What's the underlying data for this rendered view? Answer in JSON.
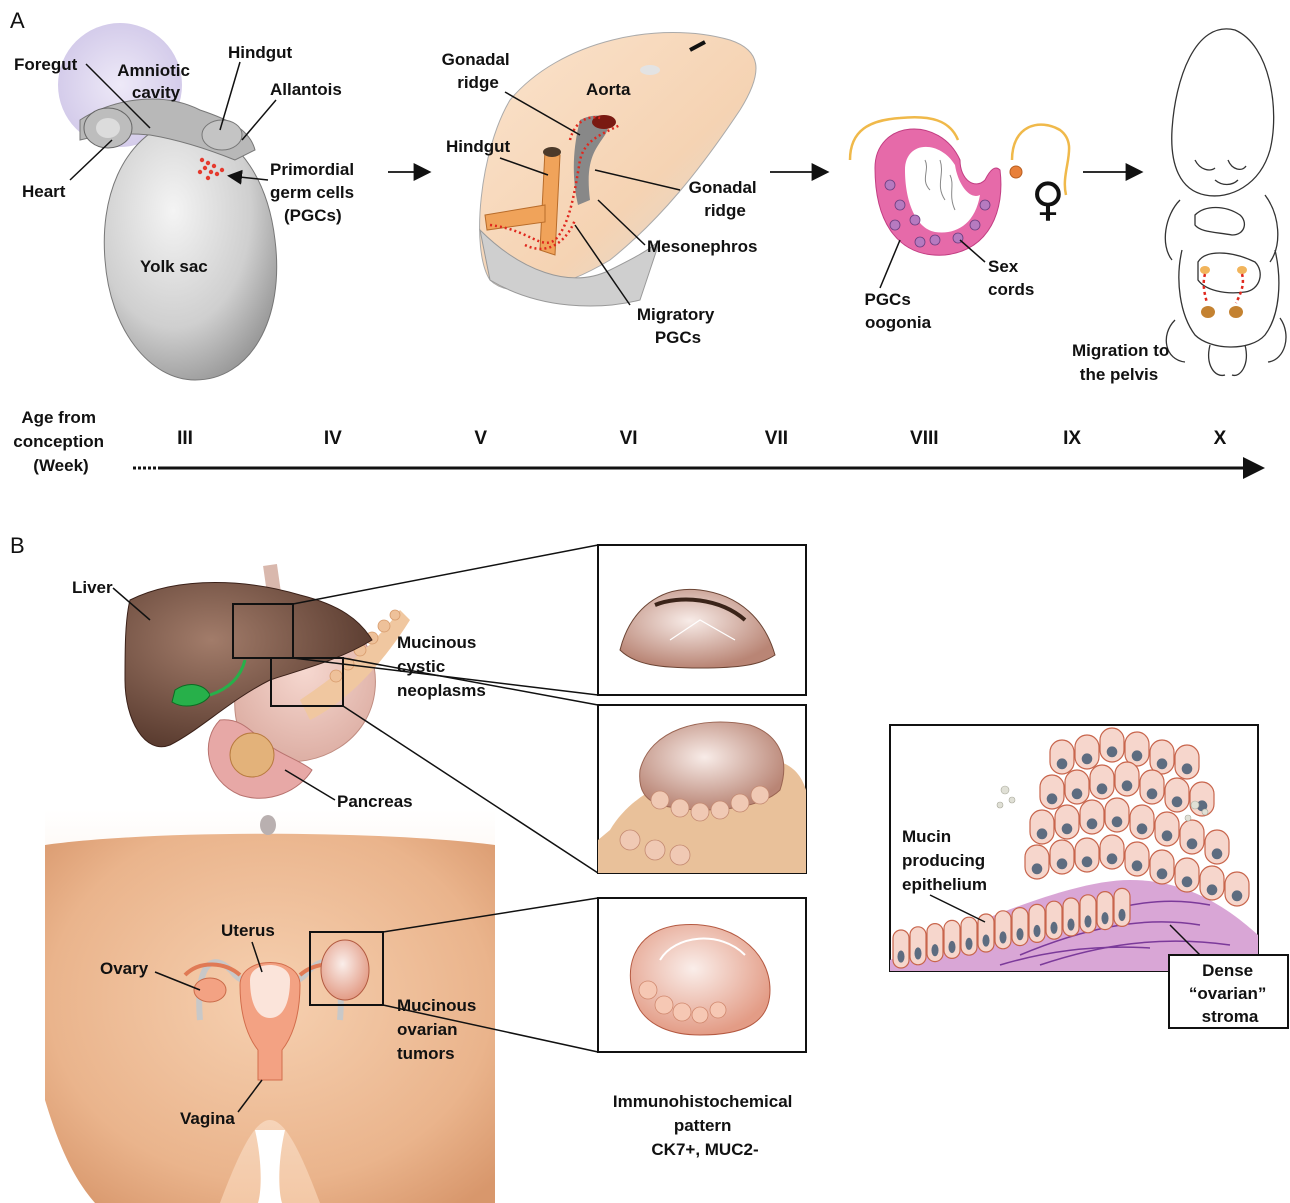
{
  "panels": {
    "a": "A",
    "b": "B"
  },
  "section_a": {
    "stage1": {
      "foregut": "Foregut",
      "amniotic": [
        "Amniotic",
        "cavity"
      ],
      "hindgut": "Hindgut",
      "allantois": "Allantois",
      "heart": "Heart",
      "pgc": [
        "Primordial",
        "germ cells",
        "(PGCs)"
      ],
      "yolk_sac": "Yolk sac"
    },
    "stage2": {
      "gonadal_ridge_top": [
        "Gonadal",
        "ridge"
      ],
      "aorta": "Aorta",
      "hindgut": "Hindgut",
      "gonadal_ridge_right": [
        "Gonadal",
        "ridge"
      ],
      "mesonephros": "Mesonephros",
      "migratory": [
        "Migratory",
        "PGCs"
      ]
    },
    "stage3": {
      "sex_cords": [
        "Sex",
        "cords"
      ],
      "pgcs_oogonia": [
        "PGCs",
        "oogonia"
      ],
      "female_symbol": "♀"
    },
    "stage4": {
      "migration": [
        "Migration to",
        "the pelvis"
      ]
    },
    "timeline": {
      "label": [
        "Age from",
        "conception",
        "(Week)"
      ],
      "weeks": [
        "III",
        "IV",
        "V",
        "VI",
        "VII",
        "VIII",
        "IX",
        "X"
      ]
    }
  },
  "section_b": {
    "liver": "Liver",
    "mucinous_cystic": [
      "Mucinous",
      "cystic",
      "neoplasms"
    ],
    "pancreas": "Pancreas",
    "uterus": "Uterus",
    "ovary": "Ovary",
    "mucinous_ovarian": [
      "Mucinous",
      "ovarian",
      "tumors"
    ],
    "vagina": "Vagina",
    "ihc": [
      "Immunohistochemical",
      "pattern",
      "CK7+, MUC2-"
    ],
    "mucin": [
      "Mucin",
      "producing",
      "epithelium"
    ],
    "stroma": [
      "Dense",
      "“ovarian”",
      "stroma"
    ]
  }
}
